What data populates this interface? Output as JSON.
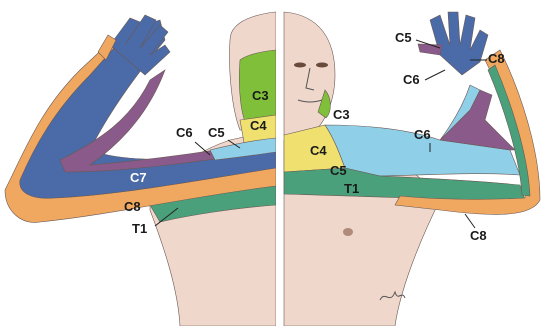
{
  "diagram": {
    "colors": {
      "skin": "#efd7cc",
      "c3": "#7fbf3a",
      "c4": "#f0e070",
      "c5": "#8fcfe8",
      "c6": "#8a5a8a",
      "c7": "#4a6aa8",
      "c8": "#f0a860",
      "t1": "#4aa07a",
      "divider": "#ffffff"
    },
    "left_view_labels": {
      "c3": "C3",
      "c4": "C4",
      "c5": "C5",
      "c6": "C6",
      "c7": "C7",
      "c8": "C8",
      "t1": "T1"
    },
    "right_view_labels": {
      "c5_hand": "C5",
      "c8_hand": "C8",
      "c6_hand": "C6",
      "c3": "C3",
      "c4": "C4",
      "c5": "C5",
      "c6": "C6",
      "t1": "T1",
      "c8": "C8"
    },
    "signature": "Netter"
  }
}
